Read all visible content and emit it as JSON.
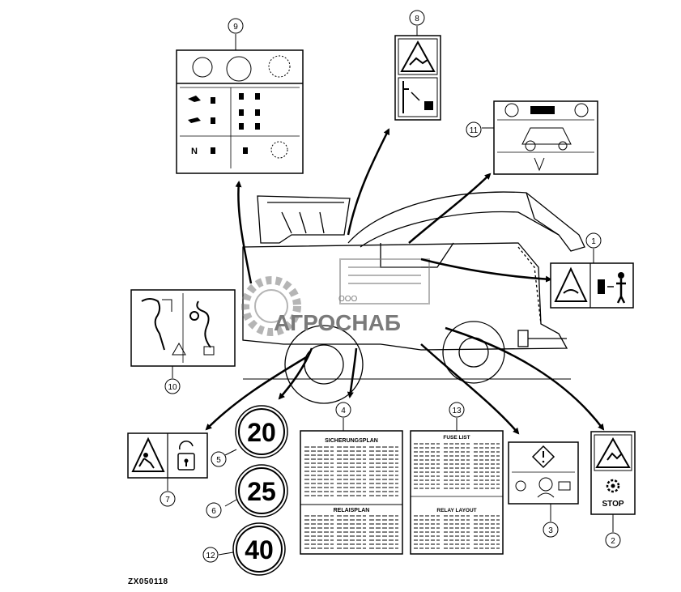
{
  "callouts": [
    "1",
    "2",
    "3",
    "4",
    "5",
    "6",
    "7",
    "8",
    "9",
    "10",
    "11",
    "12",
    "13"
  ],
  "speed_signs": {
    "s20": "20",
    "s25": "25",
    "s40": "40"
  },
  "decal_2": {
    "stop": "STOP"
  },
  "decal_4": {
    "title1": "SICHERUNGSPLAN",
    "title2": "RELAISPLAN"
  },
  "decal_13": {
    "title1": "FUSE LIST",
    "title2": "RELAY LAYOUT"
  },
  "decal_9": {
    "neutral": "N"
  },
  "watermark": {
    "brand": "АГРОСНАБ",
    "small": "ООО"
  },
  "figure_code": "ZX050118",
  "colors": {
    "line": "#000000",
    "watermark": "#7a7a7a"
  }
}
